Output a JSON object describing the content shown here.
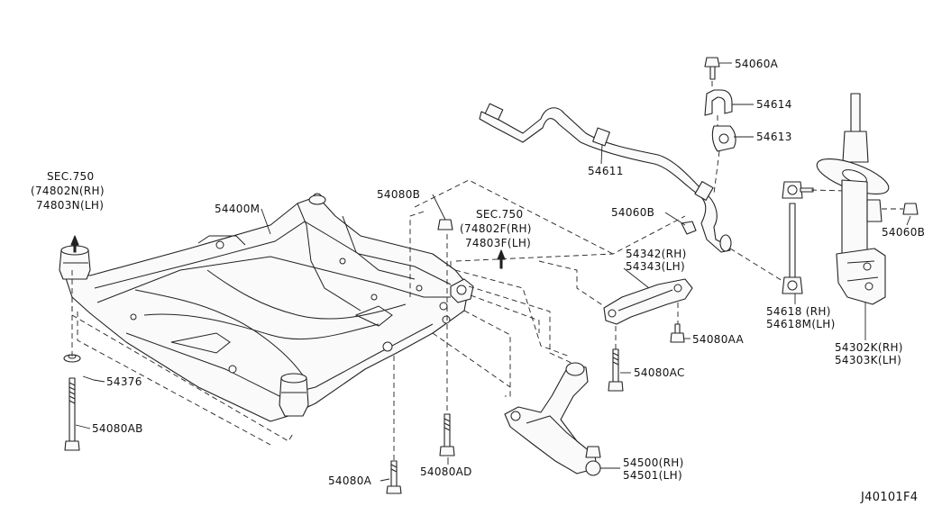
{
  "diagram_code": "J40101F4",
  "section_refs": [
    {
      "lines": [
        "SEC.750",
        "(74802N(RH)",
        "74803N(LH)"
      ]
    },
    {
      "lines": [
        "SEC.750",
        "(74802F(RH)",
        "74803F(LH)"
      ]
    }
  ],
  "parts": {
    "p54400M": "54400M",
    "p54376": "54376",
    "p54080AB": "54080AB",
    "p54080B_top": "54080B",
    "p54080AD": "54080AD",
    "p54080A": "54080A",
    "p54611": "54611",
    "p54060A": "54060A",
    "p54614": "54614",
    "p54613": "54613",
    "p54060B_left": "54060B",
    "p54060B_right": "54060B",
    "p54342": "54342(RH)",
    "p54343": "54343(LH)",
    "p54080AA": "54080AA",
    "p54080AC": "54080AC",
    "p54500": "54500(RH)",
    "p54501": "54501(LH)",
    "p54618": "54618  (RH)",
    "p54618M": "54618M(LH)",
    "p54302K": "54302K(RH)",
    "p54303K": "54303K(LH)"
  }
}
